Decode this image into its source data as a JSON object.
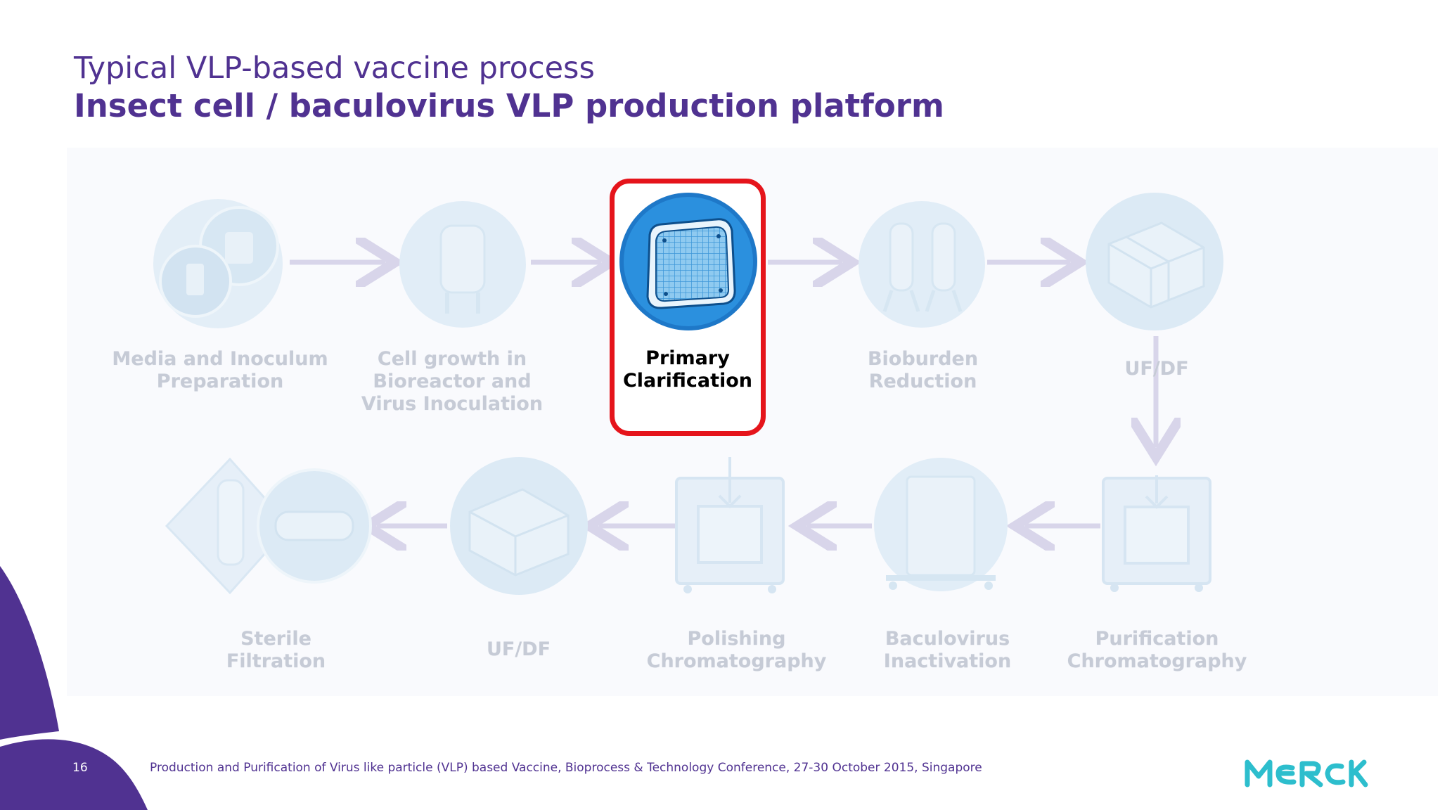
{
  "header": {
    "title": "Typical VLP-based vaccine process",
    "subtitle": "Insect cell / baculovirus VLP production platform"
  },
  "steps": [
    {
      "label": "Media and Inoculum\nPreparation",
      "icon": "media-preparation-icon",
      "active": false
    },
    {
      "label": "Cell growth in\nBioreactor and\nVirus Inoculation",
      "icon": "bioreactor-icon",
      "active": false
    },
    {
      "label": "Primary\nClarification",
      "icon": "filter-cartridge-icon",
      "active": true
    },
    {
      "label": "Bioburden\nReduction",
      "icon": "filter-capsules-icon",
      "active": false
    },
    {
      "label": "UF/DF",
      "icon": "ultrafiltration-cassette-icon",
      "active": false
    },
    {
      "label": "Purification\nChromatography",
      "icon": "chromatography-column-icon",
      "active": false
    },
    {
      "label": "Baculovirus\nInactivation",
      "icon": "inactivation-tank-icon",
      "active": false
    },
    {
      "label": "Polishing\nChromatography",
      "icon": "chromatography-column-icon",
      "active": false
    },
    {
      "label": "UF/DF",
      "icon": "ultrafiltration-cassette-icon",
      "active": false
    },
    {
      "label": "Sterile\nFiltration",
      "icon": "sterile-filter-icon",
      "active": false
    }
  ],
  "footer": {
    "page_number": "16",
    "text": "Production and Purification of Virus like particle (VLP) based Vaccine, Bioprocess & Technology Conference, 27-30 October 2015, Singapore"
  },
  "logo": {
    "text": "MERCK",
    "color": "#2dbecd"
  },
  "colors": {
    "brand_purple": "#503291",
    "highlight_red": "#e5141b",
    "active_blue": "#0f69af",
    "faded_icon": "#dceaf5",
    "faded_arrow": "#d8d5ea"
  }
}
